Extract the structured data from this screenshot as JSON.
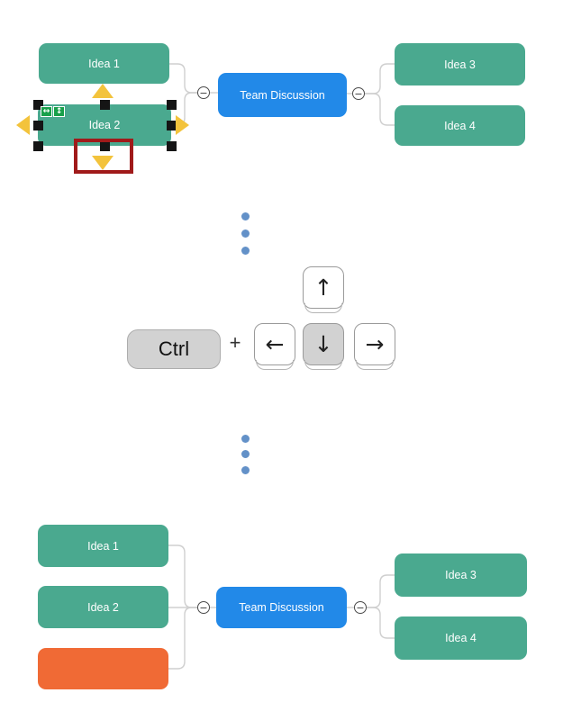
{
  "map_before": {
    "left_children": [
      {
        "label": "Idea 1"
      },
      {
        "label": "Idea 2",
        "selected": true
      }
    ],
    "root": {
      "label": "Team Discussion"
    },
    "right_children": [
      {
        "label": "Idea 3"
      },
      {
        "label": "Idea 4"
      }
    ],
    "collapse_glyph": "−",
    "selection_overlay": {
      "resize_handle_count": 8,
      "nav_arrows": [
        "up",
        "left",
        "right",
        "down"
      ],
      "highlighted_arrow": "down",
      "badge": {
        "h_glyph": "↔",
        "v_glyph": "↕"
      }
    }
  },
  "keyboard": {
    "modifier_key": {
      "label": "Ctrl"
    },
    "plus": "+",
    "arrow_keys": [
      {
        "name": "arrow-up",
        "glyph": "↑",
        "pressed": false
      },
      {
        "name": "arrow-left",
        "glyph": "←",
        "pressed": false
      },
      {
        "name": "arrow-down",
        "glyph": "↓",
        "pressed": true
      },
      {
        "name": "arrow-right",
        "glyph": "→",
        "pressed": false
      }
    ]
  },
  "map_after": {
    "left_children": [
      {
        "label": "Idea 1"
      },
      {
        "label": "Idea 2"
      },
      {
        "label": "",
        "new_node": true
      }
    ],
    "root": {
      "label": "Team Discussion"
    },
    "right_children": [
      {
        "label": "Idea 3"
      },
      {
        "label": "Idea 4"
      }
    ],
    "collapse_glyph": "−"
  },
  "colors": {
    "node_green": "#4aa98f",
    "node_blue": "#2289e8",
    "node_orange": "#f06a35",
    "connector_gray": "#cfcfcf",
    "nav_arrow_yellow": "#f3c33c",
    "highlight_red": "#a01a1a",
    "badge_green": "#18a04a",
    "ellipsis_blue": "#6391c8",
    "key_gray": "#d2d2d2",
    "handle_black": "#151515"
  }
}
